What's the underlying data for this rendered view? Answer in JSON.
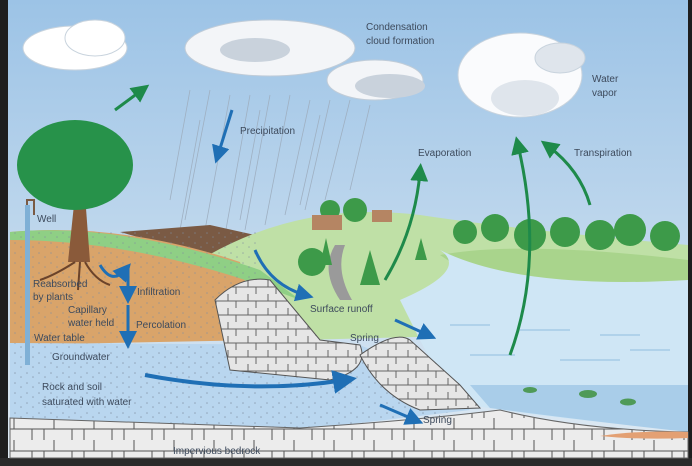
{
  "diagram": {
    "labels": {
      "condensation_1": "Condensation",
      "condensation_2": "cloud formation",
      "water_vapor_1": "Water",
      "water_vapor_2": "vapor",
      "precipitation": "Precipitation",
      "evaporation": "Evaporation",
      "transpiration": "Transpiration",
      "well": "Well",
      "reabsorbed_1": "Reabsorbed",
      "reabsorbed_2": "by plants",
      "infiltration": "Infiltration",
      "capillary_1": "Capillary",
      "capillary_2": "water held",
      "percolation": "Percolation",
      "water_table": "Water table",
      "surface_runoff": "Surface runoff",
      "spring_upper": "Spring",
      "groundwater": "Groundwater",
      "saturated_1": "Rock and soil",
      "saturated_2": "saturated with water",
      "spring_lower": "Spring",
      "bedrock": "Impervious bedrock"
    },
    "colors": {
      "sky": "#bcd6ec",
      "soil": "#d9a46a",
      "groundwater": "#b9d6ef",
      "grass": "#b9dca0",
      "water": "#cfe6f5",
      "arrow_blue": "#1f6fb5",
      "arrow_green": "#1e8a4a"
    }
  }
}
